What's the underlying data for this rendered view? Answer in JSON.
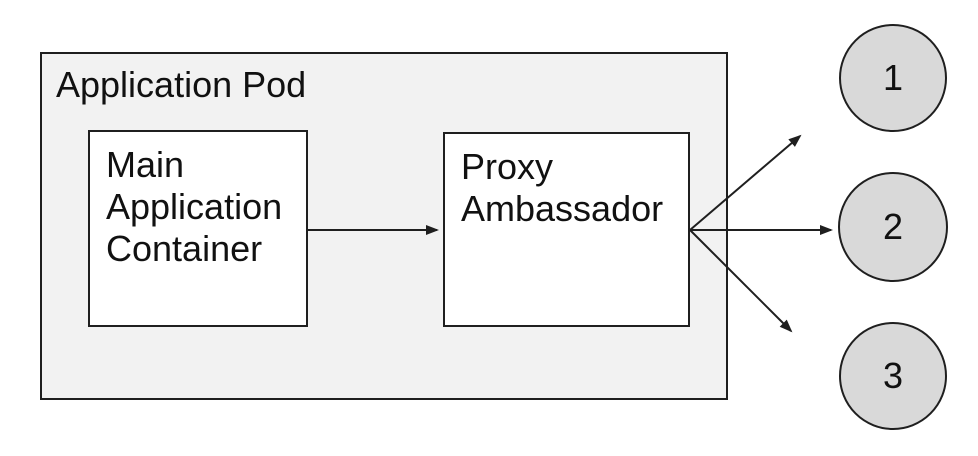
{
  "diagram": {
    "pod": {
      "label": "Application Pod"
    },
    "nodes": {
      "main": {
        "label": "Main Application Container"
      },
      "proxy": {
        "label": "Proxy Ambassador"
      }
    },
    "endpoints": [
      {
        "label": "1"
      },
      {
        "label": "2"
      },
      {
        "label": "3"
      }
    ],
    "edges": [
      {
        "from": "Main Application Container",
        "to": "Proxy Ambassador"
      },
      {
        "from": "Proxy Ambassador",
        "to": "1"
      },
      {
        "from": "Proxy Ambassador",
        "to": "2"
      },
      {
        "from": "Proxy Ambassador",
        "to": "3"
      }
    ],
    "colors": {
      "pod_fill": "#f2f2f2",
      "node_fill": "#ffffff",
      "endpoint_fill": "#d9d9d9",
      "stroke": "#1f1f1f",
      "text_color": "#111111",
      "background": "#ffffff"
    }
  }
}
